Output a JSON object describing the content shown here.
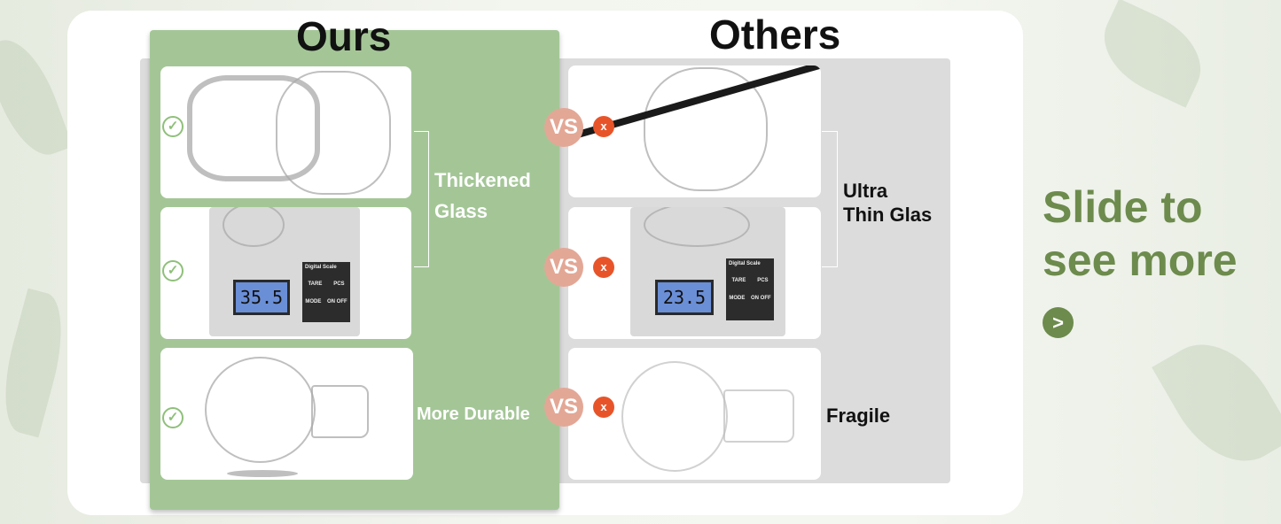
{
  "headings": {
    "ours": "Ours",
    "others": "Others"
  },
  "ours": {
    "labels": {
      "thick_line1": "Thickened",
      "thick_line2": "Glass",
      "durable": "More Durable"
    },
    "scale_reading": "35.5",
    "check_glyph": "✓"
  },
  "others": {
    "labels": {
      "thin_line1": "Ultra",
      "thin_line2": "Thin Glas",
      "fragile": "Fragile"
    },
    "scale_reading": "23.5",
    "x_glyph": "x"
  },
  "vs_label": "VS",
  "scale_text": {
    "brand": "Digital Scale",
    "tare": "TARE",
    "pcs": "PCS",
    "mode": "MODE",
    "on_off": "ON OFF"
  },
  "cta": {
    "line1": "Slide to",
    "line2": "see more",
    "arrow_glyph": ">"
  },
  "colors": {
    "green_panel": "#a4c697",
    "gray_panel": "#dcdcdc",
    "accent_green": "#6d8b4d",
    "vs_badge": "#e3a796",
    "x_badge": "#e8542a"
  }
}
